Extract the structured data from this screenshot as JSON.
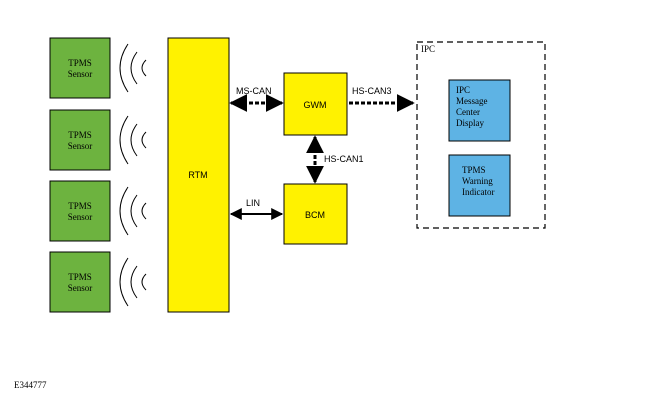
{
  "sensors": [
    {
      "line1": "TPMS",
      "line2": "Sensor"
    },
    {
      "line1": "TPMS",
      "line2": "Sensor"
    },
    {
      "line1": "TPMS",
      "line2": "Sensor"
    },
    {
      "line1": "TPMS",
      "line2": "Sensor"
    }
  ],
  "modules": {
    "rtm": "RTM",
    "gwm": "GWM",
    "bcm": "BCM"
  },
  "links": {
    "ms_can": "MS-CAN",
    "hs_can3": "HS-CAN3",
    "hs_can1": "HS-CAN1",
    "lin": "LIN"
  },
  "ipc": {
    "label": "IPC",
    "message_center": [
      "IPC",
      "Message",
      "Center",
      "Display"
    ],
    "warning_indicator": [
      "TPMS",
      "Warning",
      "Indicator"
    ]
  },
  "figure_id": "E344777",
  "colors": {
    "sensor_fill": "#6db33f",
    "module_fill": "#fff200",
    "ipc_item_fill": "#5eb3e4"
  }
}
